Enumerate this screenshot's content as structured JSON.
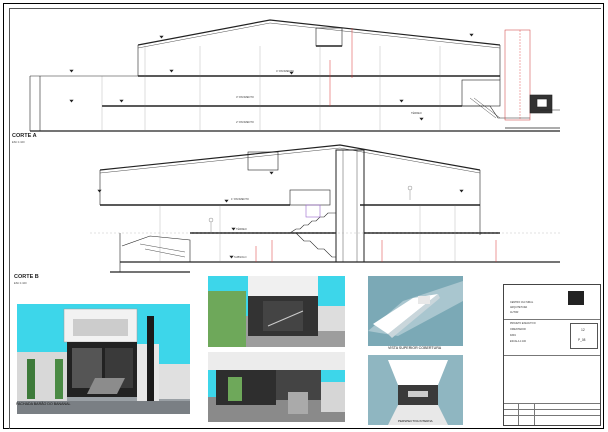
{
  "sections": {
    "a_title": "CORTE A",
    "a_scale": "ESC 1:100",
    "b_title": "CORTE B",
    "b_scale": "ESC 1:100"
  },
  "captions": {
    "facade": "FACHADA BARÃO DO BANANAL",
    "roof_view": "VISTA SUPERIOR COBERTURA",
    "bottom_right": "PERSPECTIVA INTERNA"
  },
  "level_tags": {
    "a1": "4º PAVIMENTO",
    "a2": "3º PAVIMENTO",
    "a3": "2º PAVIMENTO",
    "a4": "TÉRREO",
    "b1": "1º PAVIMENTO",
    "b2": "TÉRREO",
    "b3": "SUBSOLO"
  },
  "title_block": {
    "project": "PROJETO EXECUTIVO",
    "sheet_no": "12",
    "sheet_code": "P_08",
    "lines": [
      "CENTRO CULTURAL",
      "ARQUITETURA",
      "AUTOR",
      "ORIENTADOR",
      "DATA",
      "ESCALA 1:100"
    ]
  },
  "colors": {
    "sky": "#3dd6ea",
    "grass": "#6ea85a",
    "section_red": "#d33"
  }
}
